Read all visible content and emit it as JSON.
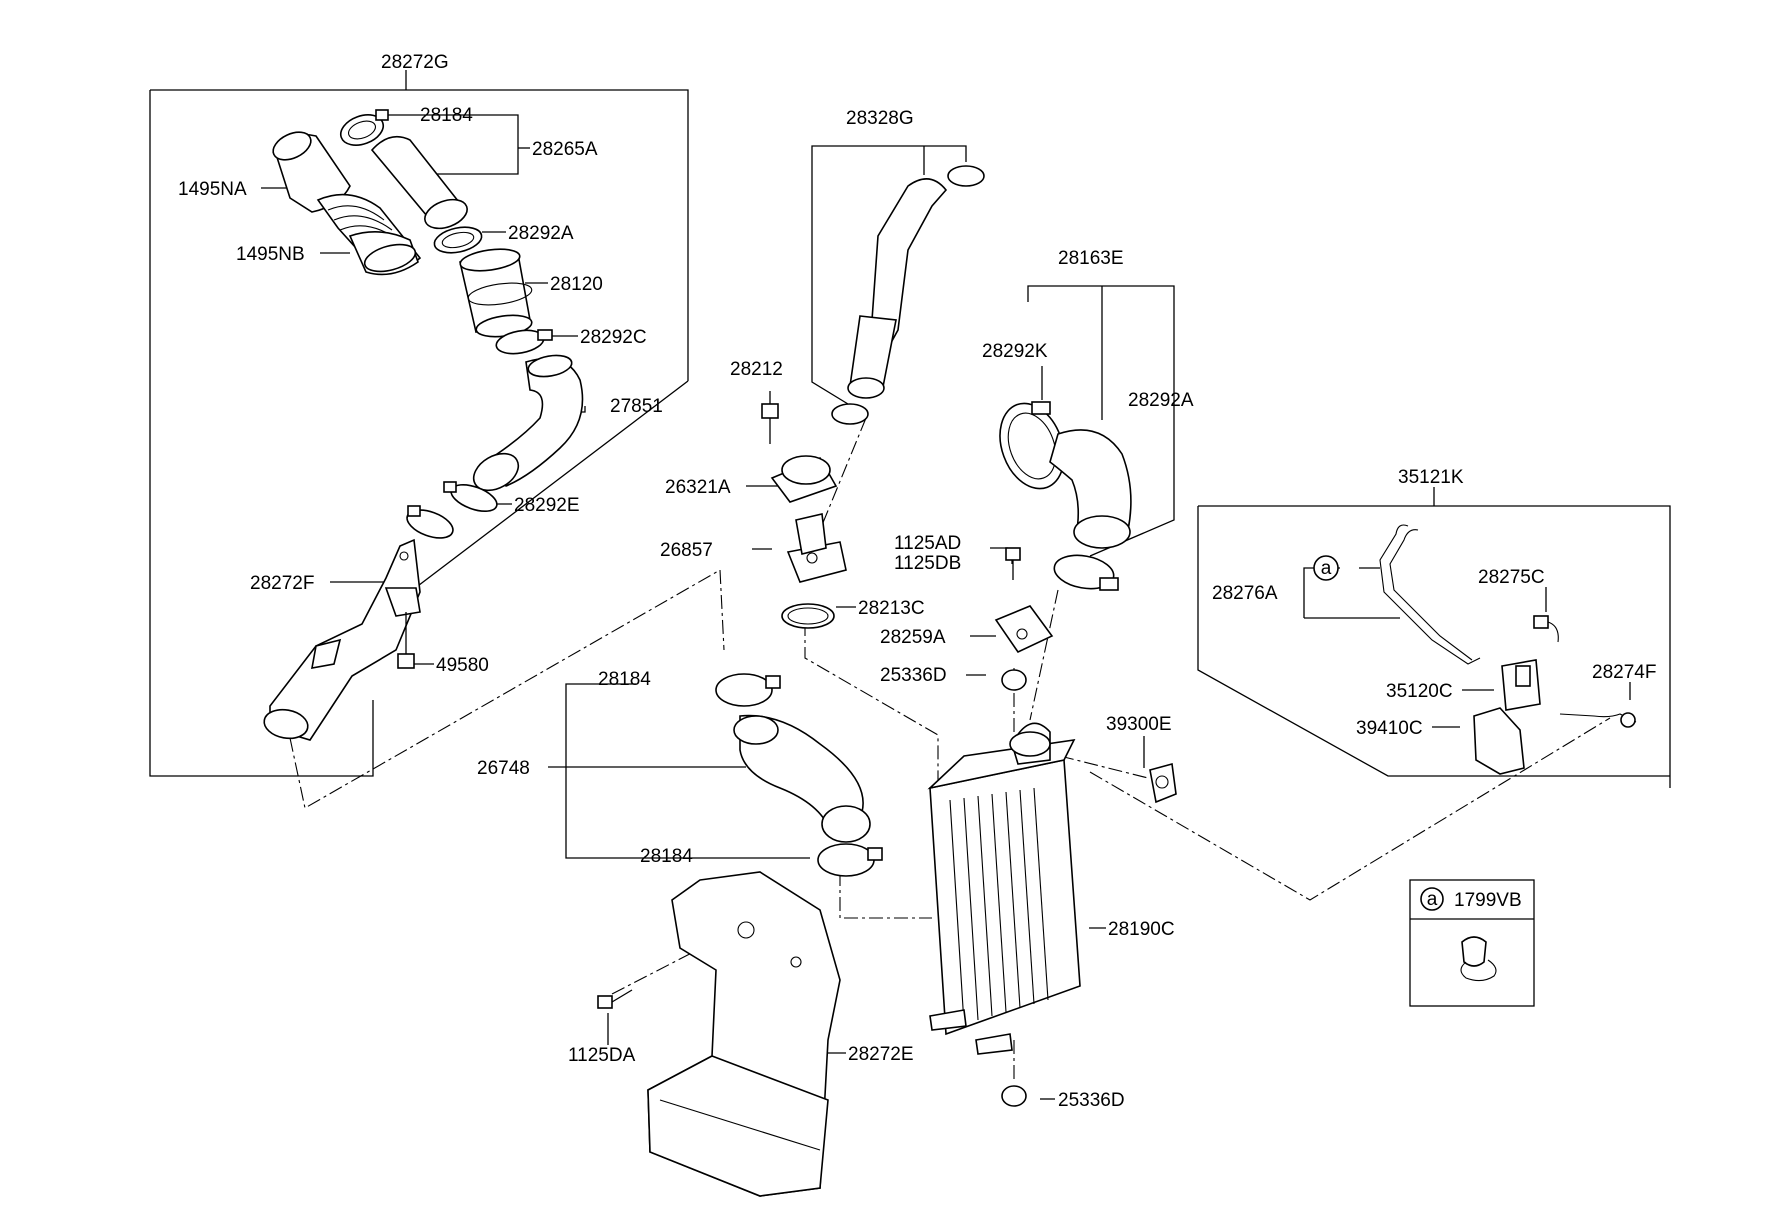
{
  "labels": {
    "l28272G": "28272G",
    "l28184_top": "28184",
    "l28265A": "28265A",
    "l1495NA": "1495NA",
    "l28292A_top": "28292A",
    "l1495NB": "1495NB",
    "l28120": "28120",
    "l28292C": "28292C",
    "l27851": "27851",
    "l28292E": "28292E",
    "l28272F": "28272F",
    "l49580": "49580",
    "l28328G": "28328G",
    "l28212": "28212",
    "l26321A": "26321A",
    "l26857": "26857",
    "l28213C": "28213C",
    "l28163E": "28163E",
    "l28292K": "28292K",
    "l28292A_right": "28292A",
    "l1125AD": "1125AD",
    "l1125DB": "1125DB",
    "l28259A": "28259A",
    "l25336D_top": "25336D",
    "l39300E": "39300E",
    "l28184_mid1": "28184",
    "l26748": "26748",
    "l28184_mid2": "28184",
    "l28190C": "28190C",
    "l1125DA": "1125DA",
    "l28272E": "28272E",
    "l25336D_bot": "25336D",
    "l35121K": "35121K",
    "l28276A": "28276A",
    "l28275C": "28275C",
    "l35120C": "35120C",
    "l28274F": "28274F",
    "l39410C": "39410C",
    "ref_a_inline": "a",
    "legend_a": "a",
    "legend_part": "1799VB"
  }
}
